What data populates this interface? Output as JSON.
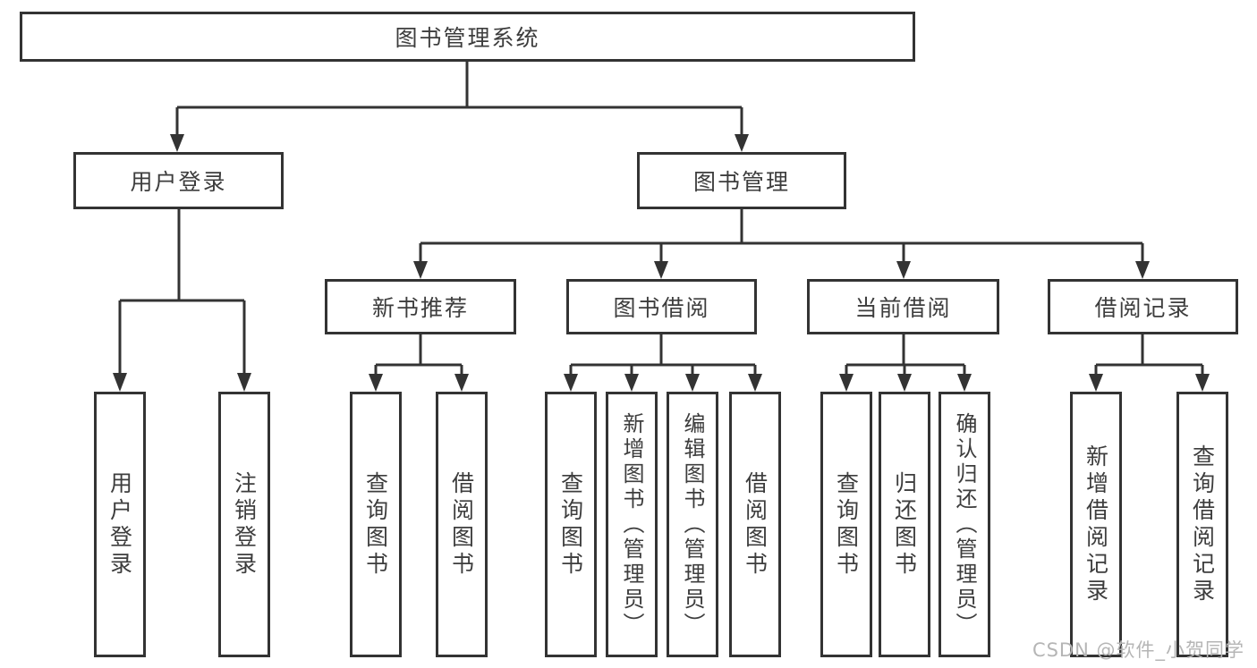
{
  "diagram": {
    "title": "图书管理系统",
    "root": {
      "label": "图书管理系统"
    },
    "level2": [
      {
        "label": "用户登录"
      },
      {
        "label": "图书管理"
      }
    ],
    "level3": [
      {
        "label": "新书推荐"
      },
      {
        "label": "图书借阅"
      },
      {
        "label": "当前借阅"
      },
      {
        "label": "借阅记录"
      }
    ],
    "leaves": [
      {
        "label": "用户登录",
        "parent": "用户登录"
      },
      {
        "label": "注销登录",
        "parent": "用户登录"
      },
      {
        "label": "查询图书",
        "parent": "新书推荐"
      },
      {
        "label": "借阅图书",
        "parent": "新书推荐"
      },
      {
        "label": "查询图书",
        "parent": "图书借阅"
      },
      {
        "label": "新增图书（管理员）",
        "parent": "图书借阅"
      },
      {
        "label": "编辑图书（管理员）",
        "parent": "图书借阅"
      },
      {
        "label": "借阅图书",
        "parent": "图书借阅"
      },
      {
        "label": "查询图书",
        "parent": "当前借阅"
      },
      {
        "label": "归还图书",
        "parent": "当前借阅"
      },
      {
        "label": "确认归还（管理员）",
        "parent": "当前借阅"
      },
      {
        "label": "新增借阅记录",
        "parent": "借阅记录"
      },
      {
        "label": "查询借阅记录",
        "parent": "借阅记录"
      }
    ]
  },
  "watermark": {
    "text": "CSDN @软件_小贺同学"
  },
  "colors": {
    "line": "#333333",
    "node_border": "#333333",
    "node_fill": "#ffffff",
    "text": "#3d3d3d",
    "watermark": "#b5b5b5",
    "background": "#ffffff"
  }
}
